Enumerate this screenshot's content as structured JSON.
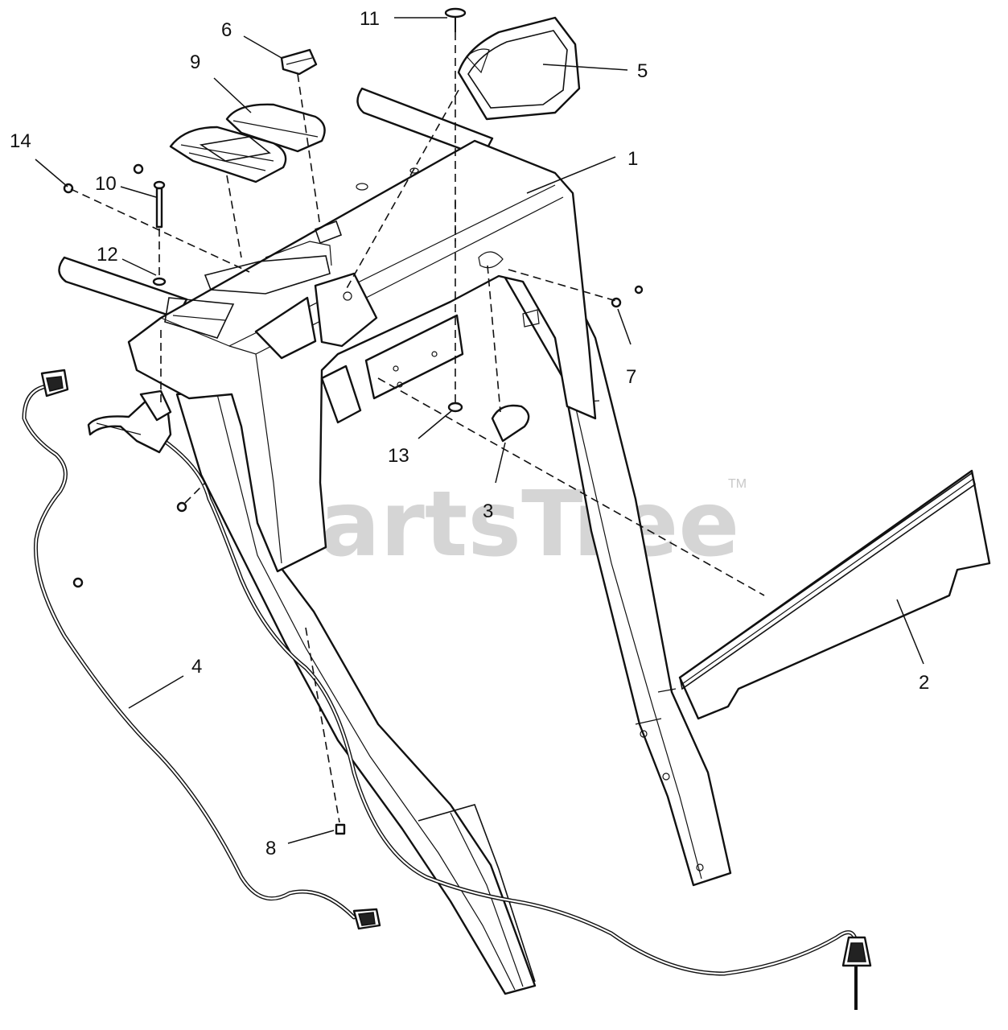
{
  "watermark": {
    "text": "PartsTree",
    "trademark": "TM"
  },
  "callouts": [
    "1",
    "2",
    "3",
    "4",
    "5",
    "6",
    "7",
    "8",
    "9",
    "10",
    "11",
    "12",
    "13",
    "14"
  ]
}
